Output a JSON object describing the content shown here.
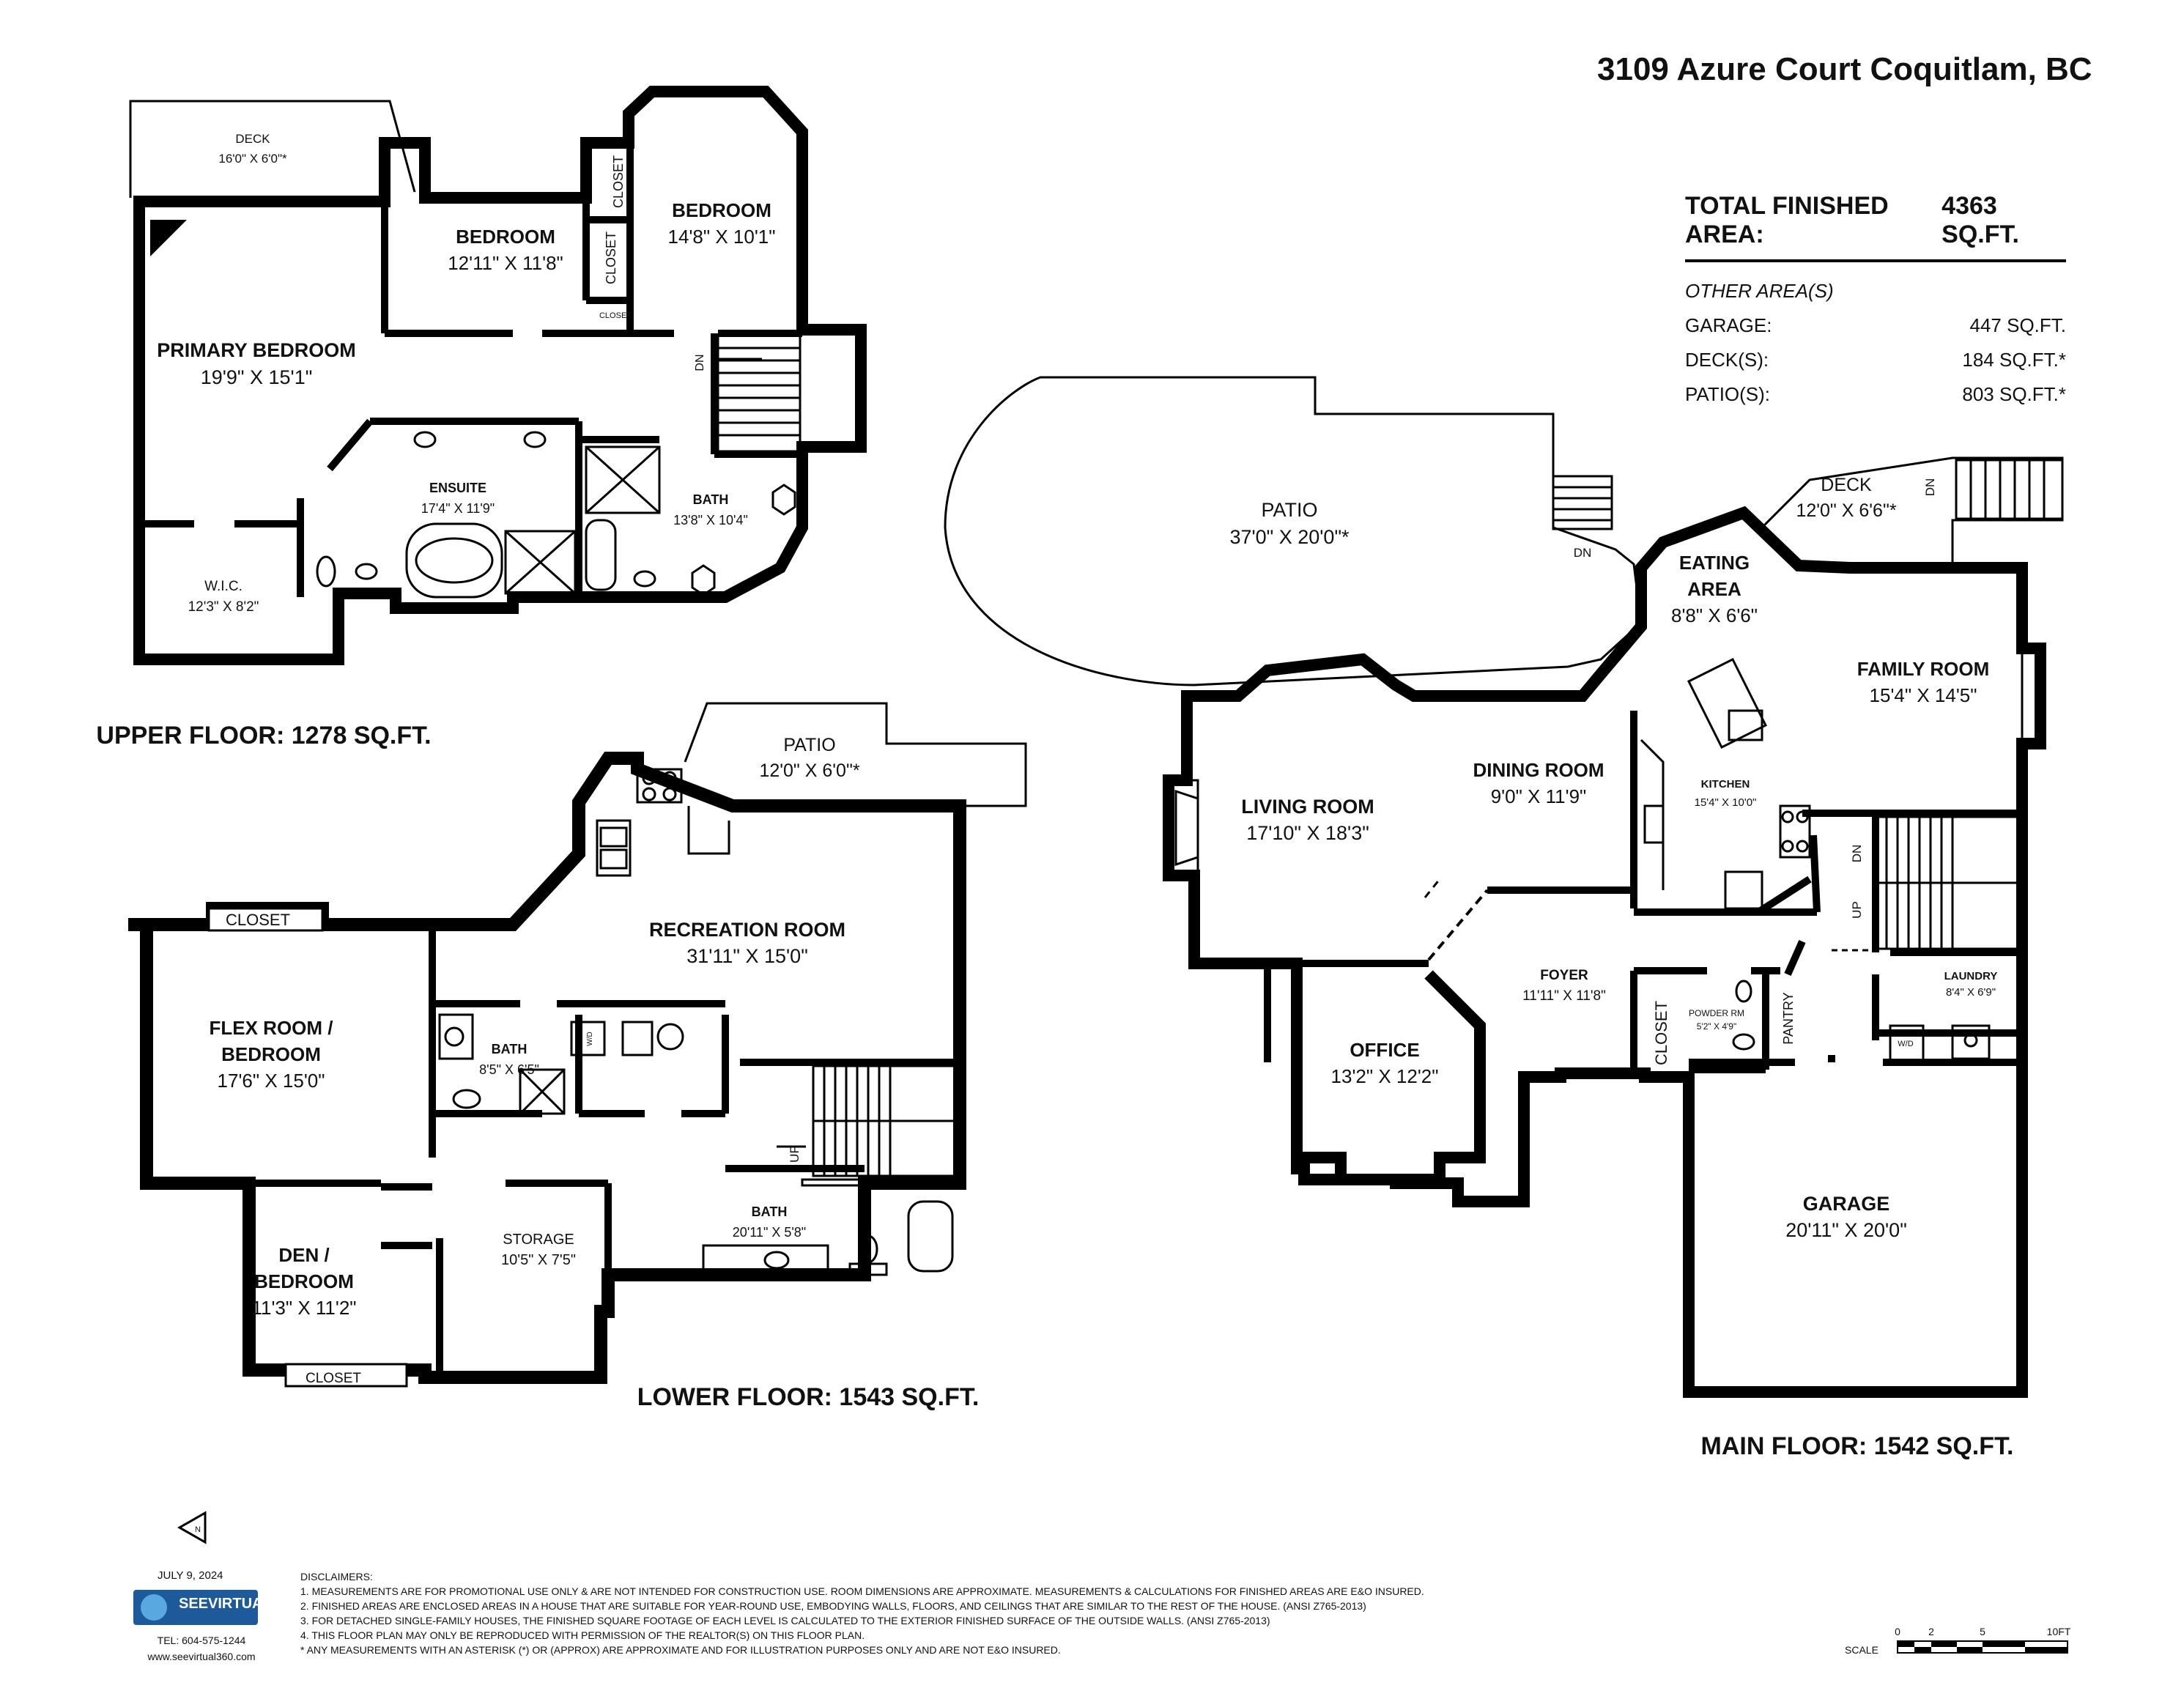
{
  "address": "3109 Azure Court Coquitlam, BC",
  "area_summary": {
    "total_label": "TOTAL FINISHED AREA:",
    "total_value": "4363 SQ.FT.",
    "other_heading": "OTHER AREA(S)",
    "rows": [
      {
        "label": "GARAGE:",
        "value": "447 SQ.FT."
      },
      {
        "label": "DECK(S):",
        "value": "184 SQ.FT.*"
      },
      {
        "label": "PATIO(S):",
        "value": "803 SQ.FT.*"
      }
    ]
  },
  "floors": {
    "upper": "UPPER FLOOR: 1278 SQ.FT.",
    "lower": "LOWER FLOOR: 1543 SQ.FT.",
    "main": "MAIN FLOOR: 1542 SQ.FT."
  },
  "rooms": {
    "u_deck": {
      "name": "DECK",
      "dim": "16'0\" X 6'0\"*"
    },
    "u_bed1": {
      "name": "BEDROOM",
      "dim": "12'11\" X 11'8\""
    },
    "u_bed2": {
      "name": "BEDROOM",
      "dim": "14'8\" X 10'1\""
    },
    "u_primary": {
      "name": "PRIMARY BEDROOM",
      "dim": "19'9\" X 15'1\""
    },
    "u_ensuite": {
      "name": "ENSUITE",
      "dim": "17'4\" X 11'9\""
    },
    "u_bath": {
      "name": "BATH",
      "dim": "13'8\" X 10'4\""
    },
    "u_wic": {
      "name": "W.I.C.",
      "dim": "12'3\" X 8'2\""
    },
    "l_patio": {
      "name": "PATIO",
      "dim": "12'0\" X 6'0\"*"
    },
    "l_rec": {
      "name": "RECREATION ROOM",
      "dim": "31'11\" X 15'0\""
    },
    "l_flex_1": "FLEX ROOM /",
    "l_flex_2": "BEDROOM",
    "l_flex_dim": "17'6\" X 15'0\"",
    "l_bath": {
      "name": "BATH",
      "dim": "8'5\" X 6'5\""
    },
    "l_den_1": "DEN /",
    "l_den_2": "BEDROOM",
    "l_den_dim": "11'3\" X 11'2\"",
    "l_storage": {
      "name": "STORAGE",
      "dim": "10'5\" X 7'5\""
    },
    "l_bath2": {
      "name": "BATH",
      "dim": "20'11\" X 5'8\""
    },
    "m_patio": {
      "name": "PATIO",
      "dim": "37'0\" X 20'0\"*"
    },
    "m_deck": {
      "name": "DECK",
      "dim": "12'0\" X 6'6\"*"
    },
    "m_eating_1": "EATING",
    "m_eating_2": "AREA",
    "m_eating_dim": "8'8\" X 6'6\"",
    "m_family": {
      "name": "FAMILY ROOM",
      "dim": "15'4\" X 14'5\""
    },
    "m_dining": {
      "name": "DINING ROOM",
      "dim": "9'0\" X 11'9\""
    },
    "m_living": {
      "name": "LIVING ROOM",
      "dim": "17'10\" X 18'3\""
    },
    "m_kitchen": {
      "name": "KITCHEN",
      "dim": "15'4\" X 10'0\""
    },
    "m_foyer": {
      "name": "FOYER",
      "dim": "11'11\" X 11'8\""
    },
    "m_office": {
      "name": "OFFICE",
      "dim": "13'2\" X 12'2\""
    },
    "m_powder": {
      "name": "POWDER RM",
      "dim": "5'2\" X 4'9\""
    },
    "m_laundry": {
      "name": "LAUNDRY",
      "dim": "8'4\" X 6'9\""
    },
    "m_garage": {
      "name": "GARAGE",
      "dim": "20'11\" X 20'0\""
    }
  },
  "labels": {
    "closet": "CLOSET",
    "dn": "DN",
    "up": "UP",
    "pantry": "PANTRY",
    "wd": "W/D",
    "north": "N",
    "scale": "SCALE",
    "scale_0": "0",
    "scale_2": "2",
    "scale_5": "5",
    "scale_10": "10FT"
  },
  "footer": {
    "date": "JULY 9, 2024",
    "logo": "SEEVIRTUAL",
    "tel": "TEL: 604-575-1244",
    "web": "www.seevirtual360.com",
    "disclaimers_title": "DISCLAIMERS:",
    "disclaimers": [
      "1. MEASUREMENTS ARE FOR PROMOTIONAL USE ONLY & ARE NOT INTENDED FOR CONSTRUCTION USE. ROOM DIMENSIONS ARE APPROXIMATE. MEASUREMENTS & CALCULATIONS FOR FINISHED AREAS ARE E&O INSURED.",
      "2. FINISHED AREAS ARE ENCLOSED AREAS IN A HOUSE THAT ARE SUITABLE FOR YEAR-ROUND USE, EMBODYING WALLS, FLOORS, AND CEILINGS THAT ARE SIMILAR TO THE REST OF THE HOUSE. (ANSI Z765-2013)",
      "3. FOR DETACHED SINGLE-FAMILY HOUSES, THE FINISHED SQUARE FOOTAGE OF EACH LEVEL IS CALCULATED TO THE EXTERIOR FINISHED SURFACE OF THE OUTSIDE WALLS. (ANSI Z765-2013)",
      "4. THIS FLOOR PLAN MAY ONLY BE REPRODUCED WITH PERMISSION OF THE REALTOR(S) ON THIS FLOOR PLAN.",
      "* ANY MEASUREMENTS WITH AN ASTERISK (*) OR (APPROX) ARE APPROXIMATE AND FOR ILLUSTRATION PURPOSES ONLY AND ARE NOT E&O INSURED."
    ]
  }
}
